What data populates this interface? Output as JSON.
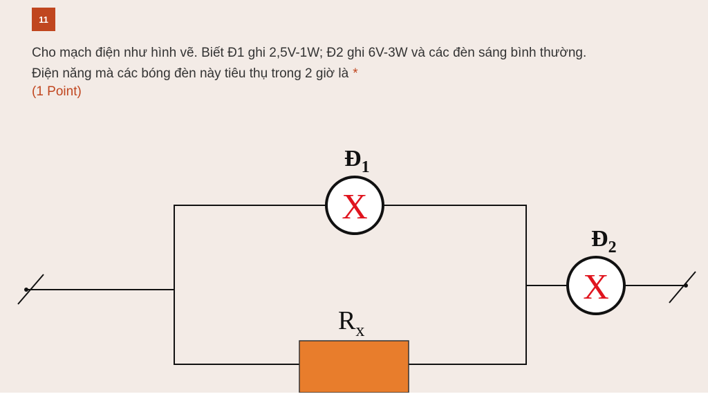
{
  "question": {
    "number": "11",
    "text_line1": "Cho mạch điện như hình vẽ. Biết Đ1 ghi 2,5V-1W; Đ2 ghi 6V-3W và các đèn sáng bình thường.",
    "text_line2": "Điện năng mà các bóng đèn này tiêu thụ trong 2 giờ là",
    "required_mark": "*",
    "points": "(1 Point)"
  },
  "diagram": {
    "lamp1": {
      "label": "Đ",
      "subscript": "1",
      "symbol": "X"
    },
    "lamp2": {
      "label": "Đ",
      "subscript": "2",
      "symbol": "X"
    },
    "resistor": {
      "label": "R",
      "subscript": "x"
    }
  },
  "colors": {
    "accent": "#c0461f",
    "resistor_fill": "#e87d2c",
    "lamp_symbol": "#e0141e",
    "background": "#f3ebe6"
  }
}
